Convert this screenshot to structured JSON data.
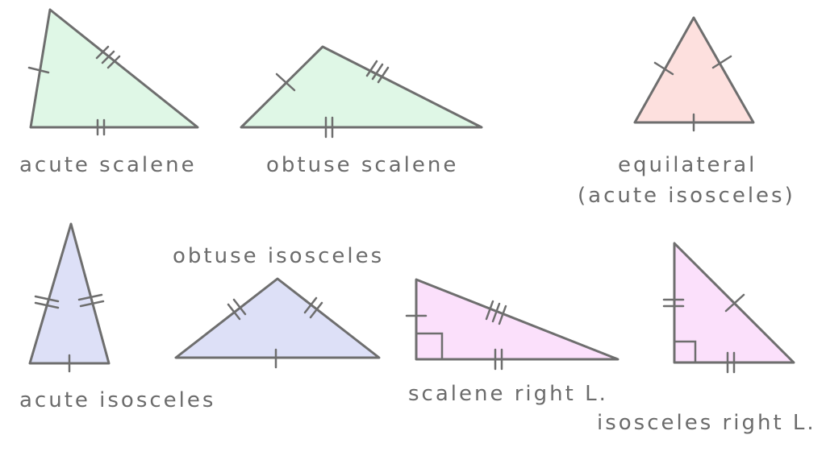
{
  "colors": {
    "stroke": "#6e6e6e",
    "label": "#6b6b6b",
    "green_fill": "#dff7e6",
    "pink_fill": "#fde0de",
    "blue_fill": "#dde0f7",
    "magenta_fill": "#fbe0fb"
  },
  "labels": {
    "acute_scalene": "acute scalene",
    "obtuse_scalene": "obtuse scalene",
    "equilateral": "equilateral",
    "equilateral_sub": "(acute isosceles)",
    "acute_isosceles": "acute isosceles",
    "obtuse_isosceles": "obtuse isosceles",
    "scalene_right": "scalene right L.",
    "isosceles_right": "isosceles right L."
  }
}
